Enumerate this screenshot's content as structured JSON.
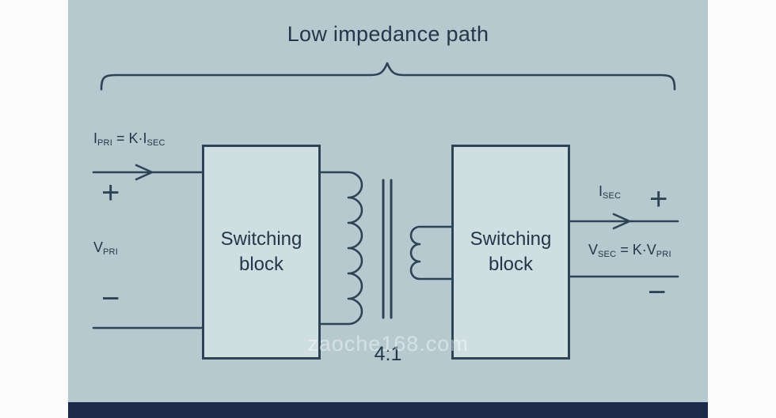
{
  "title": "Low impedance path",
  "left_block": {
    "line1": "Switching",
    "line2": "block"
  },
  "right_block": {
    "line1": "Switching",
    "line2": "block"
  },
  "ratio_label": "4:1",
  "watermark": "zaoche168.com",
  "left_terminal": {
    "current": {
      "t1": "I",
      "s1": "PRI",
      "t2": " = K·I",
      "s2": "SEC"
    },
    "plus": "+",
    "voltage": {
      "t1": "V",
      "s1": "PRI"
    },
    "minus": "−"
  },
  "right_terminal": {
    "current": {
      "t1": "I",
      "s1": "SEC"
    },
    "plus": "+",
    "voltage": {
      "t1": "V",
      "s1": "SEC",
      "t2": " = K·V",
      "s2": "PRI"
    },
    "minus": "−"
  },
  "colors": {
    "background": "#b5c9ce",
    "box_fill": "#cedee1",
    "line": "#2d4356",
    "text": "#22384a",
    "bottom_bar": "#1e2a4a",
    "side_margin": "#fbfbfb"
  }
}
